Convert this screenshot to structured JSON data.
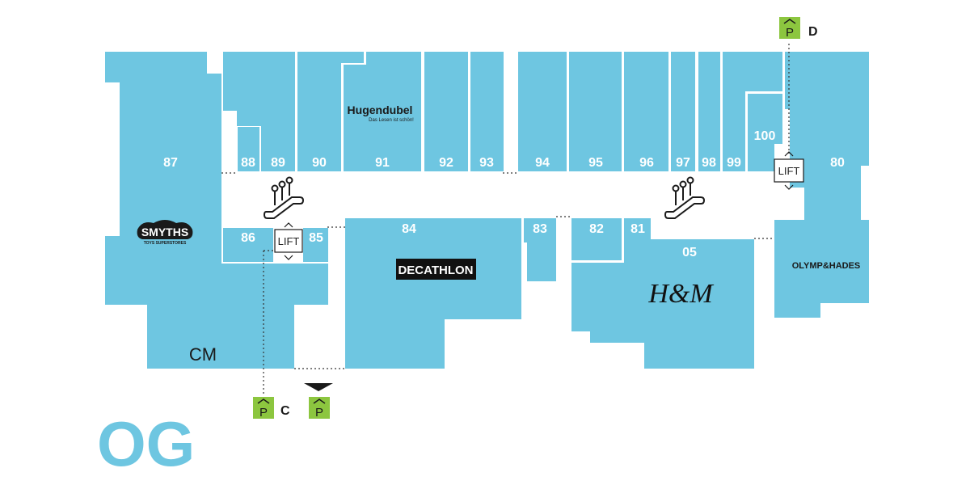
{
  "map": {
    "floor_label": "OG",
    "units": [
      "87",
      "88",
      "89",
      "90",
      "91",
      "92",
      "93",
      "94",
      "95",
      "96",
      "97",
      "98",
      "99",
      "100",
      "80",
      "86",
      "85",
      "84",
      "83",
      "82",
      "81",
      "05"
    ],
    "lift_label": "LIFT",
    "parking": {
      "label_c": "C",
      "label_d": "D",
      "glyph": "P",
      "icon": "parking-icon"
    },
    "brands": {
      "hugendubel": "Hugendubel",
      "hugendubel_tagline": "Das Lesen ist schön!",
      "decathlon": "DECATHLON",
      "hm": "H&M",
      "olymp": "OLYMP&HADES",
      "cm": "CM",
      "smyths": "SMYTHS",
      "smyths_tagline": "TOYS SUPERSTORES"
    },
    "colors": {
      "unit": "#6ec6e1",
      "parking": "#8cc63f",
      "text": "#1a1a1a",
      "decathlon_box": "#111111"
    }
  }
}
